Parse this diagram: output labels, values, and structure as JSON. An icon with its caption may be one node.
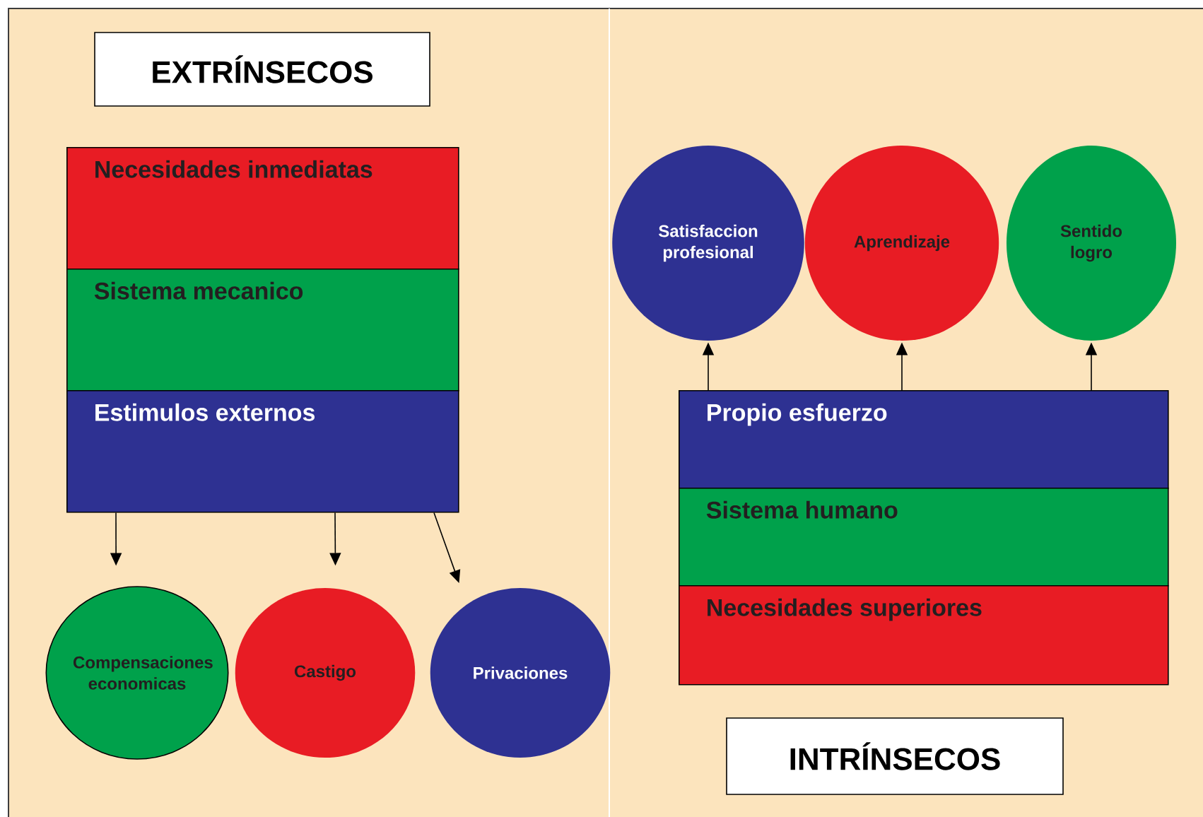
{
  "diagram": {
    "nodes": [
      {
        "text": [
          "EXTRÍNSECOS"
        ]
      },
      {
        "text": [
          "Necesidades inmediatas"
        ]
      },
      {
        "text": [
          "Sistema mecanico"
        ]
      },
      {
        "text": [
          "Estimulos externos"
        ]
      },
      {
        "text": [
          "Compensaciones economicas"
        ]
      },
      {
        "text": [
          "Castigo"
        ]
      },
      {
        "text": [
          "Privaciones"
        ]
      },
      {
        "text": [
          "Satisfaccion profesional"
        ]
      },
      {
        "text": [
          "Aprendizaje"
        ]
      },
      {
        "text": [
          "Sentido logro"
        ]
      },
      {
        "text": [
          "Propio esfuerzo"
        ]
      },
      {
        "text": [
          "Sistema humano"
        ]
      },
      {
        "text": [
          "Necesidades superiores"
        ]
      },
      {
        "text": [
          "INTRÍNSECOS"
        ]
      }
    ],
    "edges": [
      {
        "from": 3,
        "to": 4,
        "arrow": "to"
      },
      {
        "from": 3,
        "to": 5,
        "arrow": "to"
      },
      {
        "from": 3,
        "to": 6,
        "arrow": "to"
      },
      {
        "from": 10,
        "to": 7,
        "arrow": "to"
      },
      {
        "from": 10,
        "to": 8,
        "arrow": "to"
      },
      {
        "from": 10,
        "to": 9,
        "arrow": "to"
      }
    ]
  }
}
